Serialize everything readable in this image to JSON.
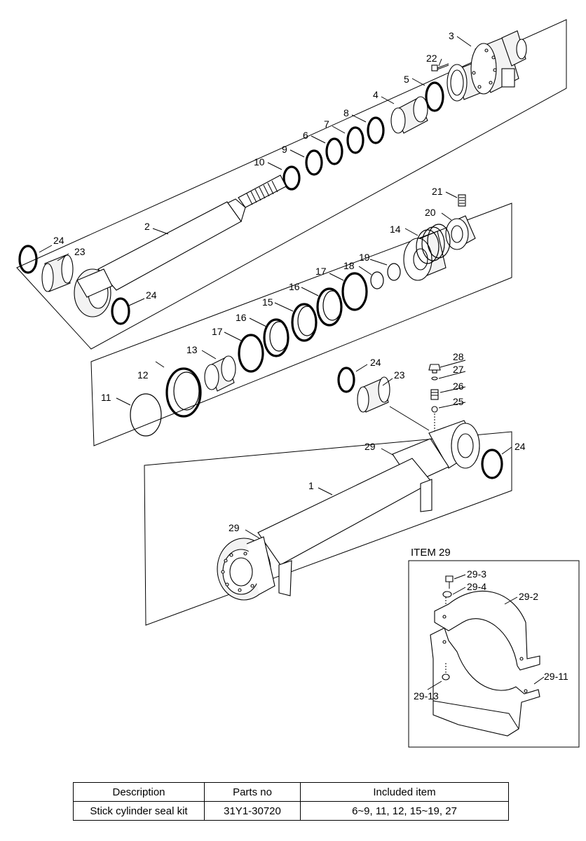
{
  "labels": {
    "l1": "1",
    "l2": "2",
    "l3": "3",
    "l4": "4",
    "l5": "5",
    "l6": "6",
    "l7": "7",
    "l8": "8",
    "l9": "9",
    "l10": "10",
    "l11": "11",
    "l12": "12",
    "l13": "13",
    "l14": "14",
    "l15": "15",
    "l16a": "16",
    "l16b": "16",
    "l17a": "17",
    "l17b": "17",
    "l18": "18",
    "l19": "19",
    "l20": "20",
    "l21": "21",
    "l22": "22",
    "l23a": "23",
    "l23b": "23",
    "l24a": "24",
    "l24b": "24",
    "l24c": "24",
    "l24d": "24",
    "l25": "25",
    "l26": "26",
    "l27": "27",
    "l28": "28",
    "l29a": "29",
    "l29b": "29"
  },
  "inset": {
    "title": "ITEM 29",
    "l29_3": "29-3",
    "l29_4": "29-4",
    "l29_2": "29-2",
    "l29_11": "29-11",
    "l29_13": "29-13"
  },
  "table": {
    "headers": [
      "Description",
      "Parts no",
      "Included item"
    ],
    "rows": [
      [
        "Stick cylinder seal kit",
        "31Y1-30720",
        "6~9, 11, 12, 15~19, 27"
      ]
    ]
  }
}
